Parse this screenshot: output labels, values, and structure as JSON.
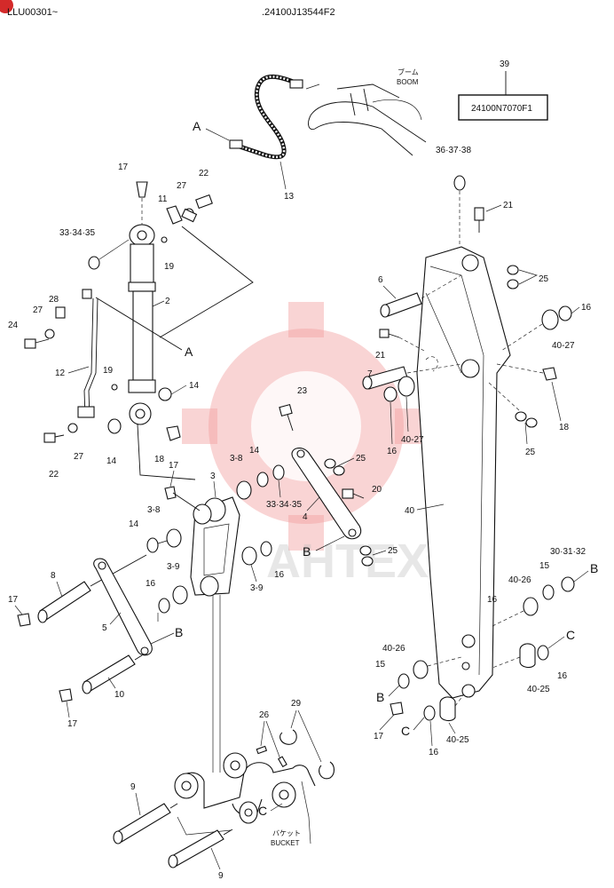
{
  "header": {
    "left_code": "LLU00301~",
    "center_code": ".24100J13544F2"
  },
  "watermark": {
    "text": "AHTEX",
    "color": "#f2a0a0"
  },
  "box": {
    "ref": "39",
    "part_number": "24100N7070F1"
  },
  "captions": {
    "boom_jp": "ブーム",
    "boom_en": "BOOM",
    "bucket_jp": "バケット",
    "bucket_en": "BUCKET"
  },
  "letters": {
    "A1": "A",
    "A2": "A",
    "B1": "B",
    "B2": "B",
    "B3": "B",
    "B4": "B",
    "C1": "C",
    "C2": "C",
    "C3": "C"
  },
  "callouts": {
    "c39": "39",
    "c13": "13",
    "c36_38": "36·37·38",
    "c21a": "21",
    "c17a": "17",
    "c27a": "27",
    "c22a": "22",
    "c11": "11",
    "c33_35a": "33·34·35",
    "c19a": "19",
    "c2": "2",
    "c28": "28",
    "c27b": "27",
    "c24": "24",
    "c12": "12",
    "c19b": "19",
    "c14a": "14",
    "c14b": "14",
    "c18a": "18",
    "c22b": "22",
    "c27c": "27",
    "c6": "6",
    "c25a": "25",
    "c16a": "16",
    "c40_27a": "40-27",
    "c21b": "21",
    "c7": "7",
    "c18b": "18",
    "c16b": "16",
    "c40_27b": "40-27",
    "c25b": "25",
    "c23": "23",
    "c3_8a": "3-8",
    "c14c": "14",
    "c25c": "25",
    "c33_35b": "33·34·35",
    "c20": "20",
    "c4": "4",
    "c17b": "17",
    "c3": "3",
    "c3_8b": "3-8",
    "c14d": "14",
    "c8": "8",
    "c3_9a": "3-9",
    "c16c": "16",
    "c17c": "17",
    "c5": "5",
    "c16d": "16",
    "c3_9b": "3-9",
    "c25d": "25",
    "c40": "40",
    "c30_32": "30·31·32",
    "c15a": "15",
    "c40_26a": "40-26",
    "c16e": "16",
    "c10": "10",
    "c17d": "17",
    "c40_26b": "40-26",
    "c15b": "15",
    "c16f": "16",
    "c40_25a": "40-25",
    "c17e": "17",
    "c16g": "16",
    "c40_25b": "40-25",
    "c26": "26",
    "c29": "29",
    "c9a": "9",
    "c9b": "9"
  }
}
